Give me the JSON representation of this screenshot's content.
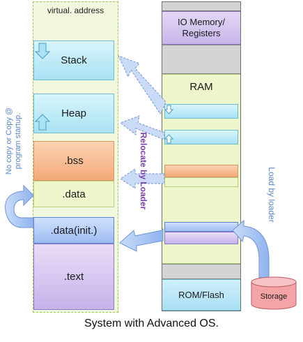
{
  "virtual_panel": {
    "title": "virtual. address",
    "segments": {
      "stack": "Stack",
      "heap": "Heap",
      "bss": ".bss",
      "data": ".data",
      "data_init": ".data(init.)",
      "text": ".text"
    }
  },
  "physical_panel": {
    "io_memory_line1": "IO Memory/",
    "io_memory_line2": "Registers",
    "ram": "RAM",
    "rom": "ROM/Flash"
  },
  "storage": {
    "label": "Storage"
  },
  "annotations": {
    "left_line1": "No copy or Copy @",
    "left_line2": "program startup.",
    "relocate": "Relocate by Loader",
    "load": "Load by loader"
  },
  "caption": "System with Advanced OS.",
  "colors": {
    "blue_segment": "#a9e2f4",
    "orange_segment": "#f4aa78",
    "green_segment": "#eef7cc",
    "purple_segment": "#c5b3ea",
    "init_segment": "#9ebbf0",
    "storage": "#f4a3a6"
  }
}
